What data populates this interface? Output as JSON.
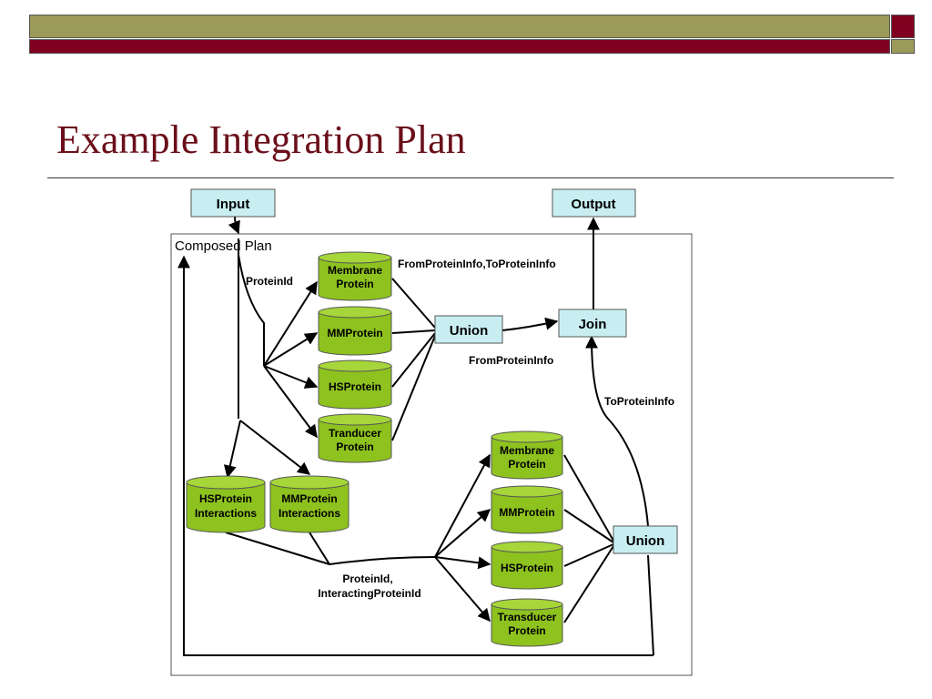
{
  "slide": {
    "title": "Example Integration Plan"
  },
  "colors": {
    "header_olive": "#9c9a58",
    "header_red": "#800020",
    "title": "#6b0f1a",
    "node_fill": "#8ec21f",
    "box_fill": "#c9eef2"
  },
  "diagram": {
    "input": "Input",
    "output": "Output",
    "composed_plan": "Composed Plan",
    "join": "Join",
    "union_top": "Union",
    "union_bottom": "Union",
    "labels": {
      "protein_id": "ProteinId",
      "from_to_protein_info": "FromProteinInfo,ToProteinInfo",
      "from_protein_info": "FromProteinInfo",
      "to_protein_info": "ToProteinInfo",
      "protein_id_interacting_1": "ProteinId,",
      "protein_id_interacting_2": "InteractingProteinId"
    },
    "sources_top": [
      {
        "line1": "Membrane",
        "line2": "Protein"
      },
      {
        "line1": "MMProtein",
        "line2": ""
      },
      {
        "line1": "HSProtein",
        "line2": ""
      },
      {
        "line1": "Tranducer",
        "line2": "Protein"
      }
    ],
    "interactions": [
      {
        "line1": "HSProtein",
        "line2": "Interactions"
      },
      {
        "line1": "MMProtein",
        "line2": "Interactions"
      }
    ],
    "sources_bottom": [
      {
        "line1": "Membrane",
        "line2": "Protein"
      },
      {
        "line1": "MMProtein",
        "line2": ""
      },
      {
        "line1": "HSProtein",
        "line2": ""
      },
      {
        "line1": "Transducer",
        "line2": "Protein"
      }
    ]
  }
}
